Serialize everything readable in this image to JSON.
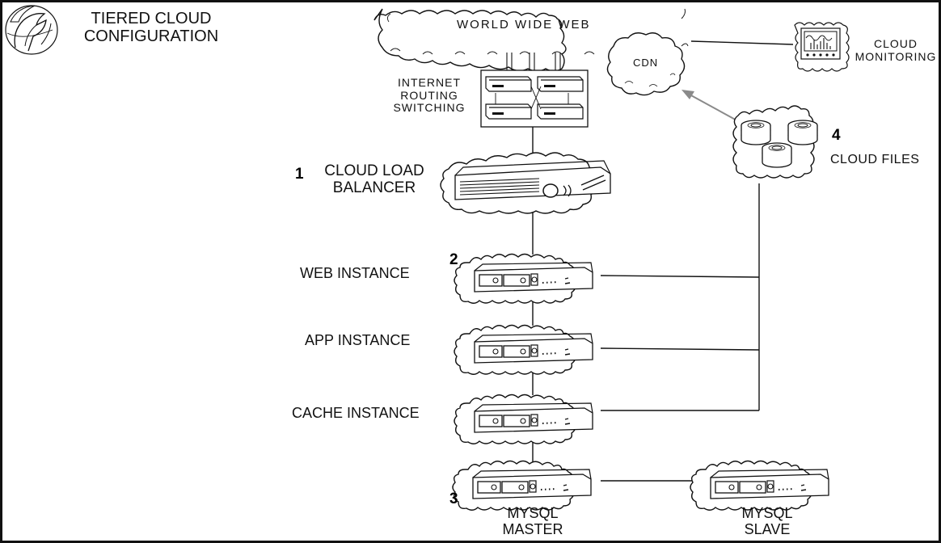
{
  "title": {
    "line1": "TIERED CLOUD",
    "line2": "CONFIGURATION"
  },
  "web": {
    "label": "WORLD WIDE WEB"
  },
  "cdn": {
    "label": "CDN"
  },
  "monitoring": {
    "line1": "CLOUD",
    "line2": "MONITORING"
  },
  "routing": {
    "line1": "INTERNET",
    "line2": "ROUTING",
    "line3": "SWITCHING"
  },
  "load_balancer": {
    "number": "1",
    "line1": "CLOUD LOAD",
    "line2": "BALANCER"
  },
  "web_instance": {
    "number": "2",
    "label": "WEB INSTANCE"
  },
  "app_instance": {
    "label": "APP INSTANCE"
  },
  "cache_instance": {
    "label": "CACHE INSTANCE"
  },
  "mysql_master": {
    "number": "3",
    "line1": "MYSQL",
    "line2": "MASTER"
  },
  "mysql_slave": {
    "line1": "MYSQL",
    "line2": "SLAVE"
  },
  "cloud_files": {
    "number": "4",
    "label": "CLOUD FILES"
  },
  "colors": {
    "line": "#111111",
    "arrow": "#8a8a8a",
    "border": "#111111"
  },
  "icons": {
    "logo": "rackspace-logo-icon",
    "server": "server-icon",
    "switch": "network-switch-icon",
    "monitor": "monitor-icon",
    "storage": "disk-stack-icon"
  }
}
